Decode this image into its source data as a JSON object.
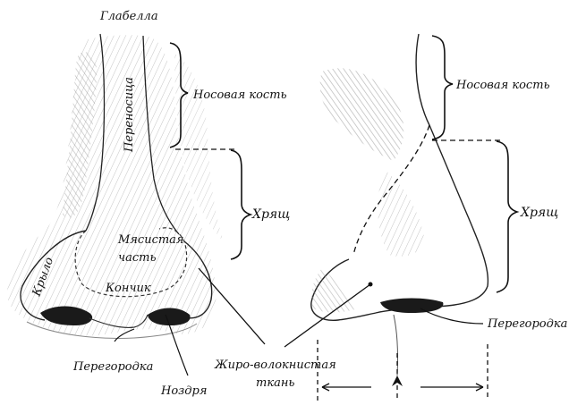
{
  "front_view": {
    "labels": {
      "glabella": "Глабелла",
      "bridge": "Переносица",
      "nasal_bone": "Носовая кость",
      "cartilage": "Хрящ",
      "fleshy_line1": "Мясистая",
      "fleshy_line2": "часть",
      "wing": "Крыло",
      "tip": "Кончик",
      "septum": "Перегородка",
      "nostril": "Ноздря"
    }
  },
  "shared": {
    "fibrofatty_line1": "Жиро-волокнистая",
    "fibrofatty_line2": "ткань"
  },
  "side_view": {
    "labels": {
      "nasal_bone": "Носовая кость",
      "cartilage": "Хрящ",
      "septum": "Перегородка"
    }
  },
  "colors": {
    "ink": "#111111",
    "shading": "#8a8a8a"
  }
}
